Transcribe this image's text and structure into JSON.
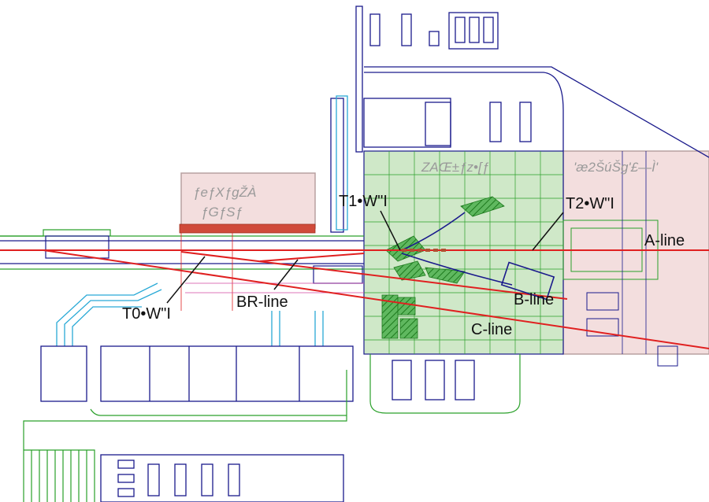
{
  "labels": {
    "zone_left_line1": "ƒeƒXƒgŽÀ",
    "zone_left_line2": "ƒGƒSƒ",
    "zone_center": "ZAŒ±ƒz•[ƒ",
    "zone_right": "'æ2ŠúŠg'£—Ì'",
    "t1": "T1•W\"I",
    "t2": "T2•W\"I",
    "t0": "T0•W\"I",
    "br_line": "BR-line",
    "a_line": "A-line",
    "b_line": "B-line",
    "c_line": "C-line"
  },
  "colors": {
    "beam_line": "#e02020",
    "structure": "#1a1a8c",
    "pipe": "#29a9d6",
    "green_line": "#2aa02a",
    "hall_fill": "#cfe8c8",
    "zone_fill": "#f3dede",
    "brick": "#d04a3a"
  }
}
